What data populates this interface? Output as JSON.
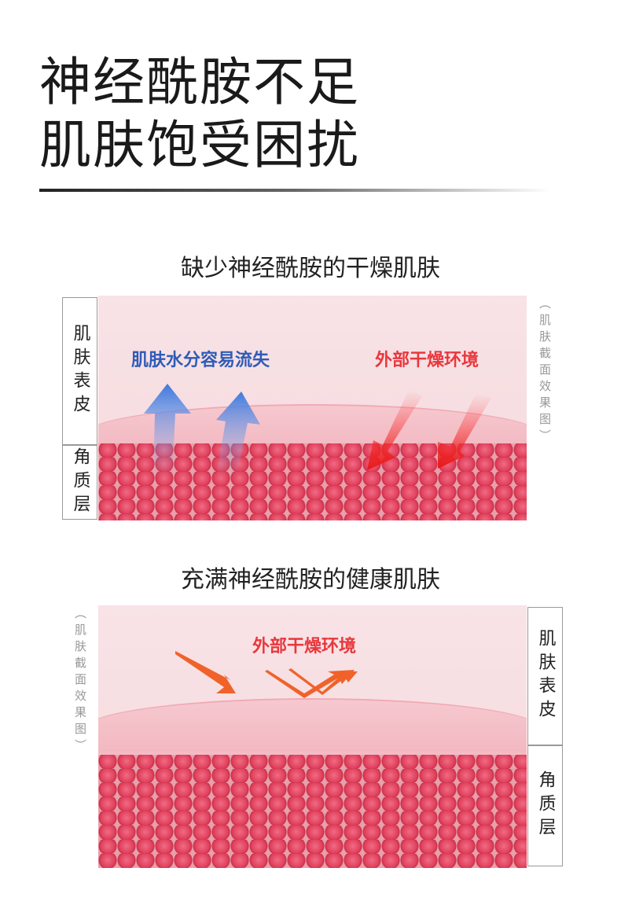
{
  "headline": {
    "line1": "神经酰胺不足",
    "line2": "肌肤饱受困扰"
  },
  "section1": {
    "title": "缺少神经酰胺的干燥肌肤",
    "label_water": "肌肤水分容易流失",
    "label_env": "外部干燥环境",
    "layer_epidermis": "肌肤表皮",
    "layer_stratum": "角质层",
    "caption": "（肌肤截面效果图）"
  },
  "section2": {
    "title": "充满神经酰胺的健康肌肤",
    "label_env": "外部干燥环境",
    "layer_epidermis": "肌肤表皮",
    "layer_stratum": "角质层",
    "caption": "（肌肤截面效果图）"
  },
  "colors": {
    "blue": "#2f5bb7",
    "red": "#e8383d",
    "orange": "#f0622a"
  }
}
